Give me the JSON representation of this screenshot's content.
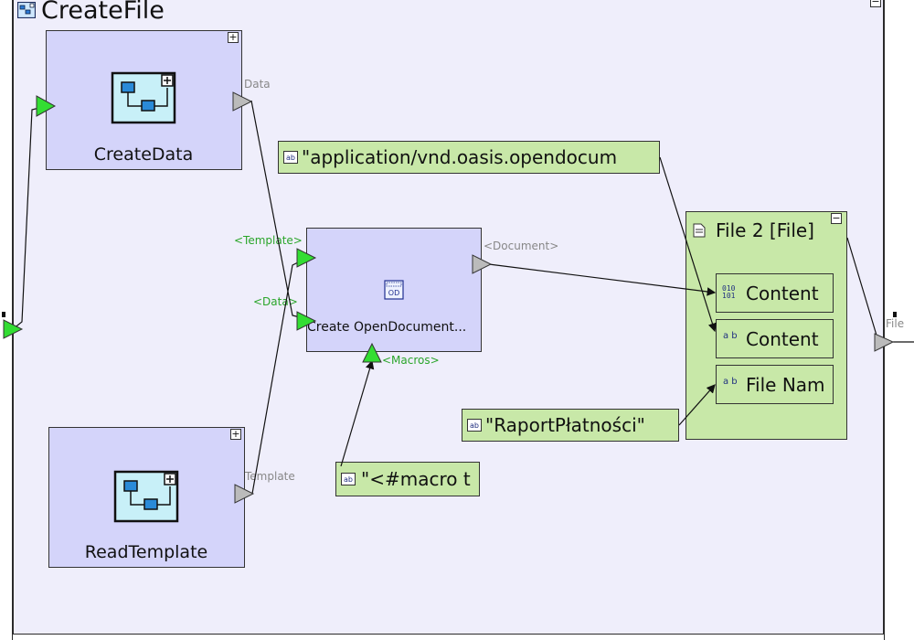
{
  "diagram": {
    "title": "CreateFile",
    "nodes": {
      "create_data": {
        "label": "CreateData",
        "output_port": "Data"
      },
      "read_template": {
        "label": "ReadTemplate",
        "output_port": "Template"
      },
      "create_opendocument": {
        "label": "Create OpenDocument...",
        "icon_text": "OD",
        "inputs": {
          "template": "<Template>",
          "data": "<Data>",
          "macros": "<Macros>"
        },
        "output": "<Document>"
      },
      "file2": {
        "title": "File 2 [File]",
        "fields": [
          {
            "icon": "010\n101",
            "label": "Content"
          },
          {
            "icon": "a b",
            "label": "Content"
          },
          {
            "icon": "a b",
            "label": "File Nam"
          }
        ],
        "output_port": "File"
      }
    },
    "constants": {
      "mime": "\"application/vnd.oasis.opendocum",
      "report_name": "\"RaportPłatności\"",
      "macro": "\"<#macro t"
    },
    "colors": {
      "frame_bg": "#efeefb",
      "node_fill": "#d4d4fa",
      "constant_fill": "#c8e8a8",
      "port_green": "#33dd33",
      "port_gray": "#bbbbbb"
    }
  }
}
